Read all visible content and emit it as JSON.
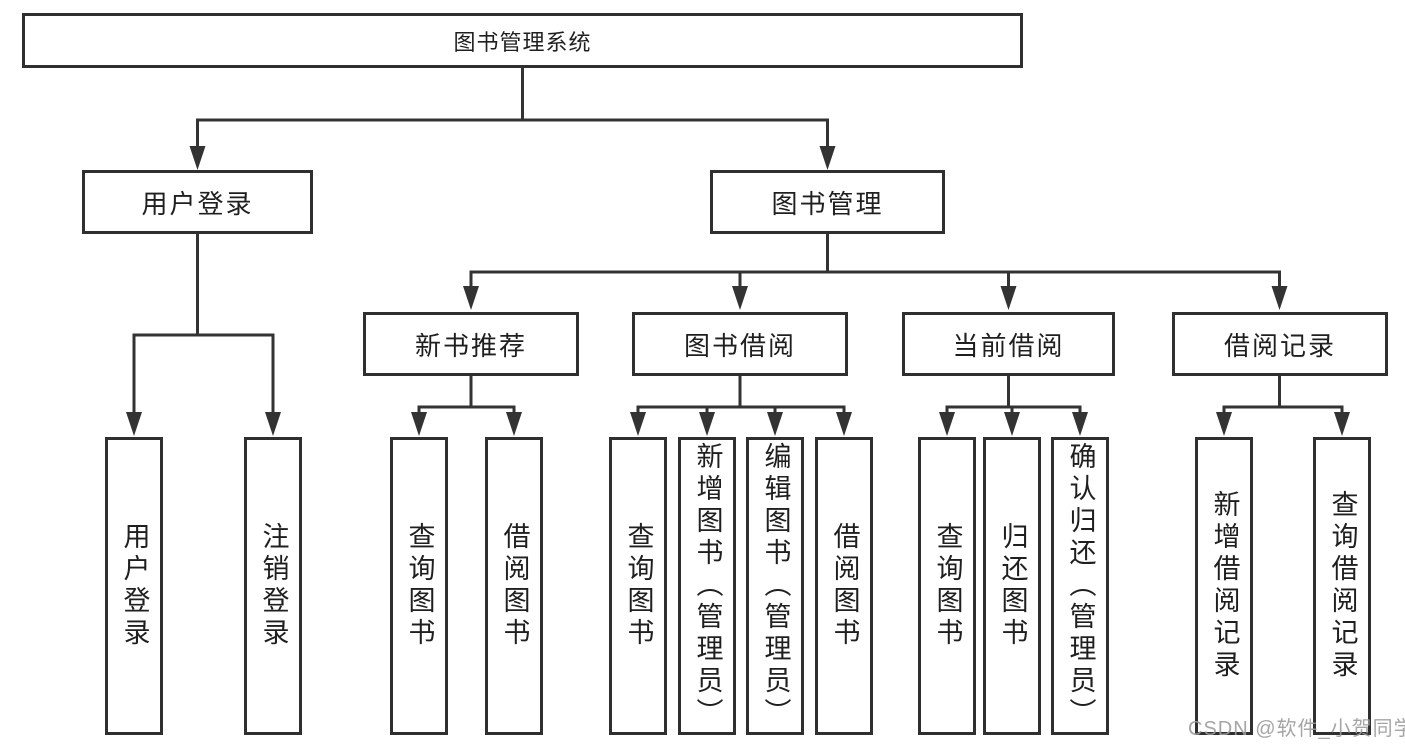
{
  "tree": {
    "root": "图书管理系统",
    "branches": [
      {
        "label": "用户登录",
        "children": [
          "用户登录",
          "注销登录"
        ]
      },
      {
        "label": "图书管理",
        "groups": [
          {
            "label": "新书推荐",
            "children": [
              "查询图书",
              "借阅图书"
            ]
          },
          {
            "label": "图书借阅",
            "children": [
              "查询图书",
              "新增图书（管理员）",
              "编辑图书（管理员）",
              "借阅图书"
            ]
          },
          {
            "label": "当前借阅",
            "children": [
              "查询图书",
              "归还图书",
              "确认归还（管理员）"
            ]
          },
          {
            "label": "借阅记录",
            "children": [
              "新增借阅记录",
              "查询借阅记录"
            ]
          }
        ]
      }
    ]
  },
  "colors": {
    "line": "#333333",
    "border": "#2f2f2f",
    "text": "#1f1f1f",
    "watermark": "#9c9c9c",
    "background": "#ffffff"
  },
  "watermark": {
    "text": "CSDN @软件_小贺同学"
  }
}
